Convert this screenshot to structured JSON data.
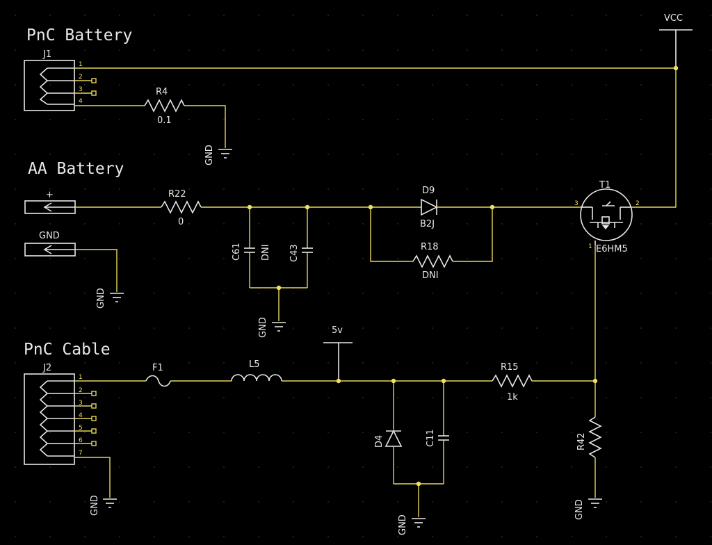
{
  "sections": {
    "pnc_battery": "PnC Battery",
    "aa_battery": "AA Battery",
    "pnc_cable": "PnC Cable"
  },
  "rails": {
    "vcc": "VCC",
    "five_v": "5v",
    "gnd": "GND"
  },
  "connectors": {
    "j1": {
      "ref": "J1",
      "pins": [
        "1",
        "2",
        "3",
        "4"
      ]
    },
    "j2": {
      "ref": "J2",
      "pins": [
        "1",
        "2",
        "3",
        "4",
        "5",
        "6",
        "7"
      ]
    },
    "aa_plus": "+",
    "aa_gnd": "GND"
  },
  "components": {
    "r4": {
      "ref": "R4",
      "value": "0.1"
    },
    "r22": {
      "ref": "R22",
      "value": "0"
    },
    "c61": {
      "ref": "C61",
      "value": "DNI"
    },
    "c43": {
      "ref": "C43"
    },
    "d9": {
      "ref": "D9",
      "value": "B2J"
    },
    "r18": {
      "ref": "R18",
      "value": "DNI"
    },
    "t1": {
      "ref": "T1",
      "value": "E6HM5",
      "pins": [
        "3",
        "2",
        "1"
      ]
    },
    "f1": {
      "ref": "F1"
    },
    "l5": {
      "ref": "L5"
    },
    "r15": {
      "ref": "R15",
      "value": "1k"
    },
    "d4": {
      "ref": "D4"
    },
    "c11": {
      "ref": "C11"
    },
    "r42": {
      "ref": "R42"
    }
  },
  "colors": {
    "background": "#000000",
    "wire": "#e6d75a",
    "part": "#e8e8e8",
    "grid": "#333333"
  }
}
